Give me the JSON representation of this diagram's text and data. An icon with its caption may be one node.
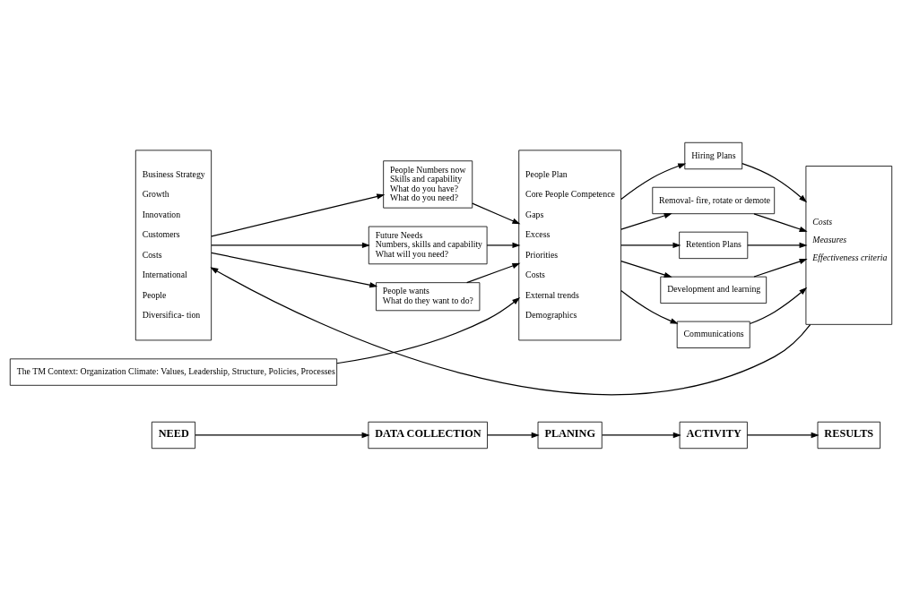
{
  "diagram": {
    "nodes": [
      {
        "text": [
          "NEED"
        ]
      },
      {
        "text": [
          "DATA COLLECTION"
        ]
      },
      {
        "text": [
          "PLANING"
        ]
      },
      {
        "text": [
          "ACTIVITY"
        ]
      },
      {
        "text": [
          "RESULTS"
        ]
      },
      {
        "text": [
          "Business Strategy",
          "Growth",
          "Innovation",
          "Customers",
          "Costs",
          "International",
          "People",
          "Diversifica- tion"
        ]
      },
      {
        "text": [
          "People Numbers now",
          "Skills and capability",
          "What do you have?",
          "What do you need?"
        ]
      },
      {
        "text": [
          "Future Needs",
          "Numbers, skills and capability",
          "What will you need?"
        ]
      },
      {
        "text": [
          "People wants",
          "What do they want to do?"
        ]
      },
      {
        "text": [
          "People Plan",
          "Core People Competence",
          "Gaps",
          "Excess",
          "Priorities",
          "Costs",
          "External trends",
          "Demographics"
        ]
      },
      {
        "text": [
          "Hiring Plans"
        ]
      },
      {
        "text": [
          "Removal- fire, rotate or demote"
        ]
      },
      {
        "text": [
          "Retention Plans"
        ]
      },
      {
        "text": [
          "Development and learning"
        ]
      },
      {
        "text": [
          "Communications"
        ]
      },
      {
        "text": [
          "Costs",
          "Measures",
          "Effectiveness criteria"
        ]
      },
      {
        "text": [
          "The TM Context: Organization Climate: Values, Leadership, Structure, Policies, Processes"
        ]
      }
    ],
    "edges": [
      {
        "from": 0,
        "to": 1,
        "arrow": "to"
      },
      {
        "from": 1,
        "to": 2,
        "arrow": "to"
      },
      {
        "from": 2,
        "to": 3,
        "arrow": "to"
      },
      {
        "from": 3,
        "to": 4,
        "arrow": "to"
      },
      {
        "from": 5,
        "to": 6,
        "arrow": "to"
      },
      {
        "from": 5,
        "to": 7,
        "arrow": "to"
      },
      {
        "from": 5,
        "to": 8,
        "arrow": "to"
      },
      {
        "from": 6,
        "to": 9,
        "arrow": "to"
      },
      {
        "from": 7,
        "to": 9,
        "arrow": "to"
      },
      {
        "from": 8,
        "to": 9,
        "arrow": "to"
      },
      {
        "from": 9,
        "to": 10,
        "arrow": "to"
      },
      {
        "from": 9,
        "to": 11,
        "arrow": "to"
      },
      {
        "from": 9,
        "to": 12,
        "arrow": "to"
      },
      {
        "from": 9,
        "to": 13,
        "arrow": "to"
      },
      {
        "from": 9,
        "to": 14,
        "arrow": "to"
      },
      {
        "from": 10,
        "to": 15,
        "arrow": "to"
      },
      {
        "from": 11,
        "to": 15,
        "arrow": "to"
      },
      {
        "from": 12,
        "to": 15,
        "arrow": "to"
      },
      {
        "from": 13,
        "to": 15,
        "arrow": "to"
      },
      {
        "from": 14,
        "to": 15,
        "arrow": "to"
      },
      {
        "from": 15,
        "to": 5,
        "arrow": "to"
      },
      {
        "from": 16,
        "to": 9,
        "arrow": "to"
      }
    ]
  }
}
